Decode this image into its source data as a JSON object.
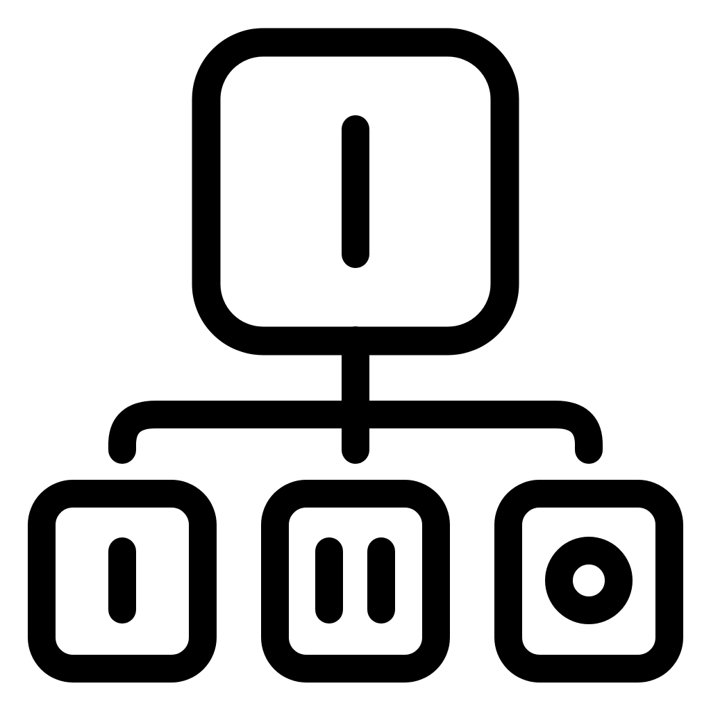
{
  "icon": {
    "name": "hierarchy-icon",
    "stroke_color": "#000000",
    "background_color": "#ffffff"
  },
  "nodes": [
    {
      "role": "parent",
      "glyph": "single-bar"
    },
    {
      "role": "child",
      "glyph": "single-bar"
    },
    {
      "role": "child",
      "glyph": "double-bar"
    },
    {
      "role": "child",
      "glyph": "ring"
    }
  ]
}
